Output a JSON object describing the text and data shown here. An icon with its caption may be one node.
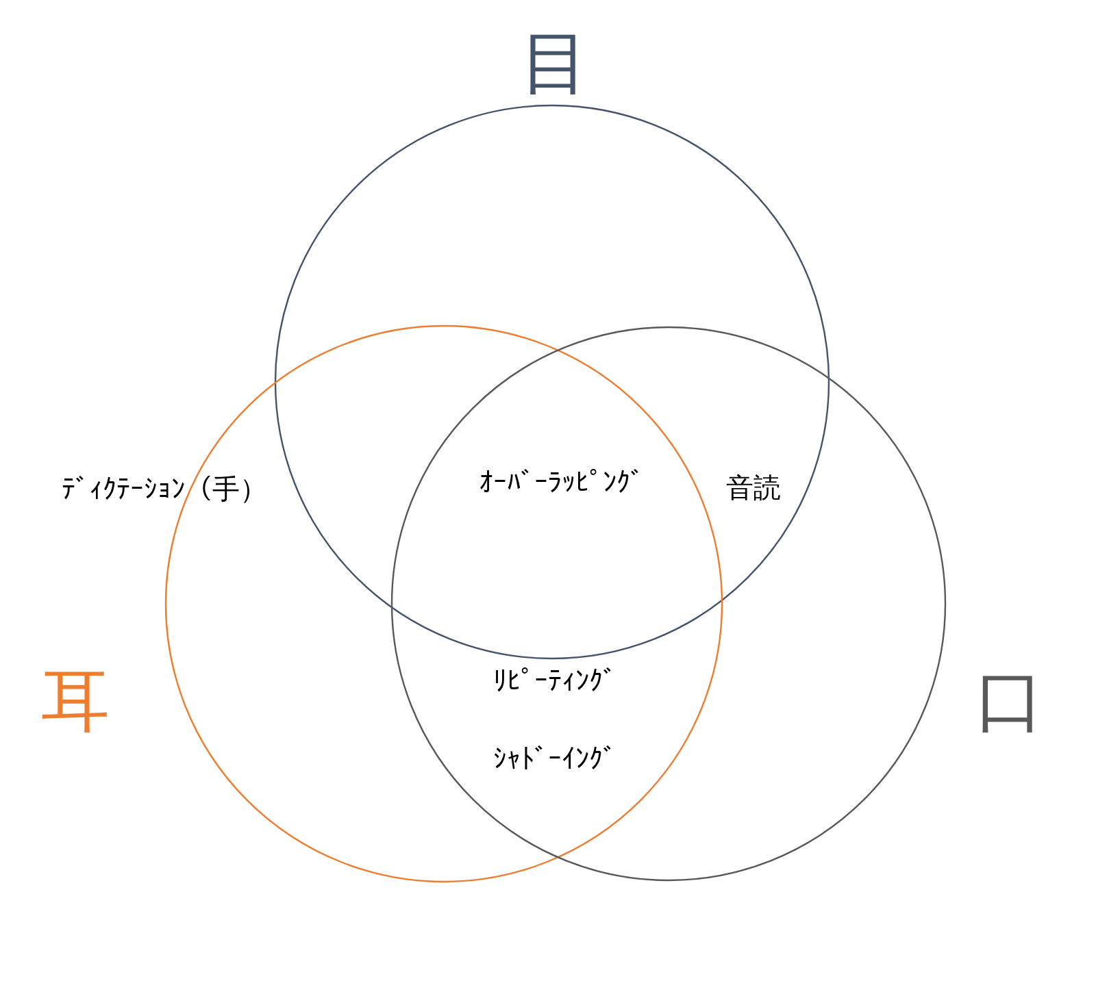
{
  "diagram": {
    "nodes": [
      {
        "text": [
          "目"
        ]
      },
      {
        "text": [
          "耳"
        ]
      },
      {
        "text": [
          "口"
        ]
      }
    ],
    "labels": [
      "ﾃﾞｨｸﾃｰｼｮﾝ（手）",
      "ｵｰﾊﾞｰﾗｯﾋﾟﾝｸﾞ",
      "音読",
      "ﾘﾋﾟｰﾃｨﾝｸﾞ",
      "ｼｬﾄﾞｰｲﾝｸﾞ"
    ]
  }
}
